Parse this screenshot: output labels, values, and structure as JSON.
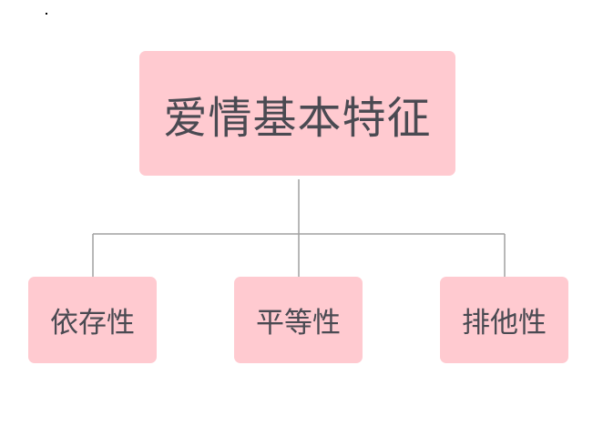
{
  "diagram": {
    "root": {
      "label": "爱情基本特征"
    },
    "children": [
      {
        "label": "依存性"
      },
      {
        "label": "平等性"
      },
      {
        "label": "排他性"
      }
    ]
  },
  "colors": {
    "node_fill": "#ffcad0",
    "text": "#4a4a52",
    "connector": "#a0a0a0",
    "background": "#ffffff"
  }
}
